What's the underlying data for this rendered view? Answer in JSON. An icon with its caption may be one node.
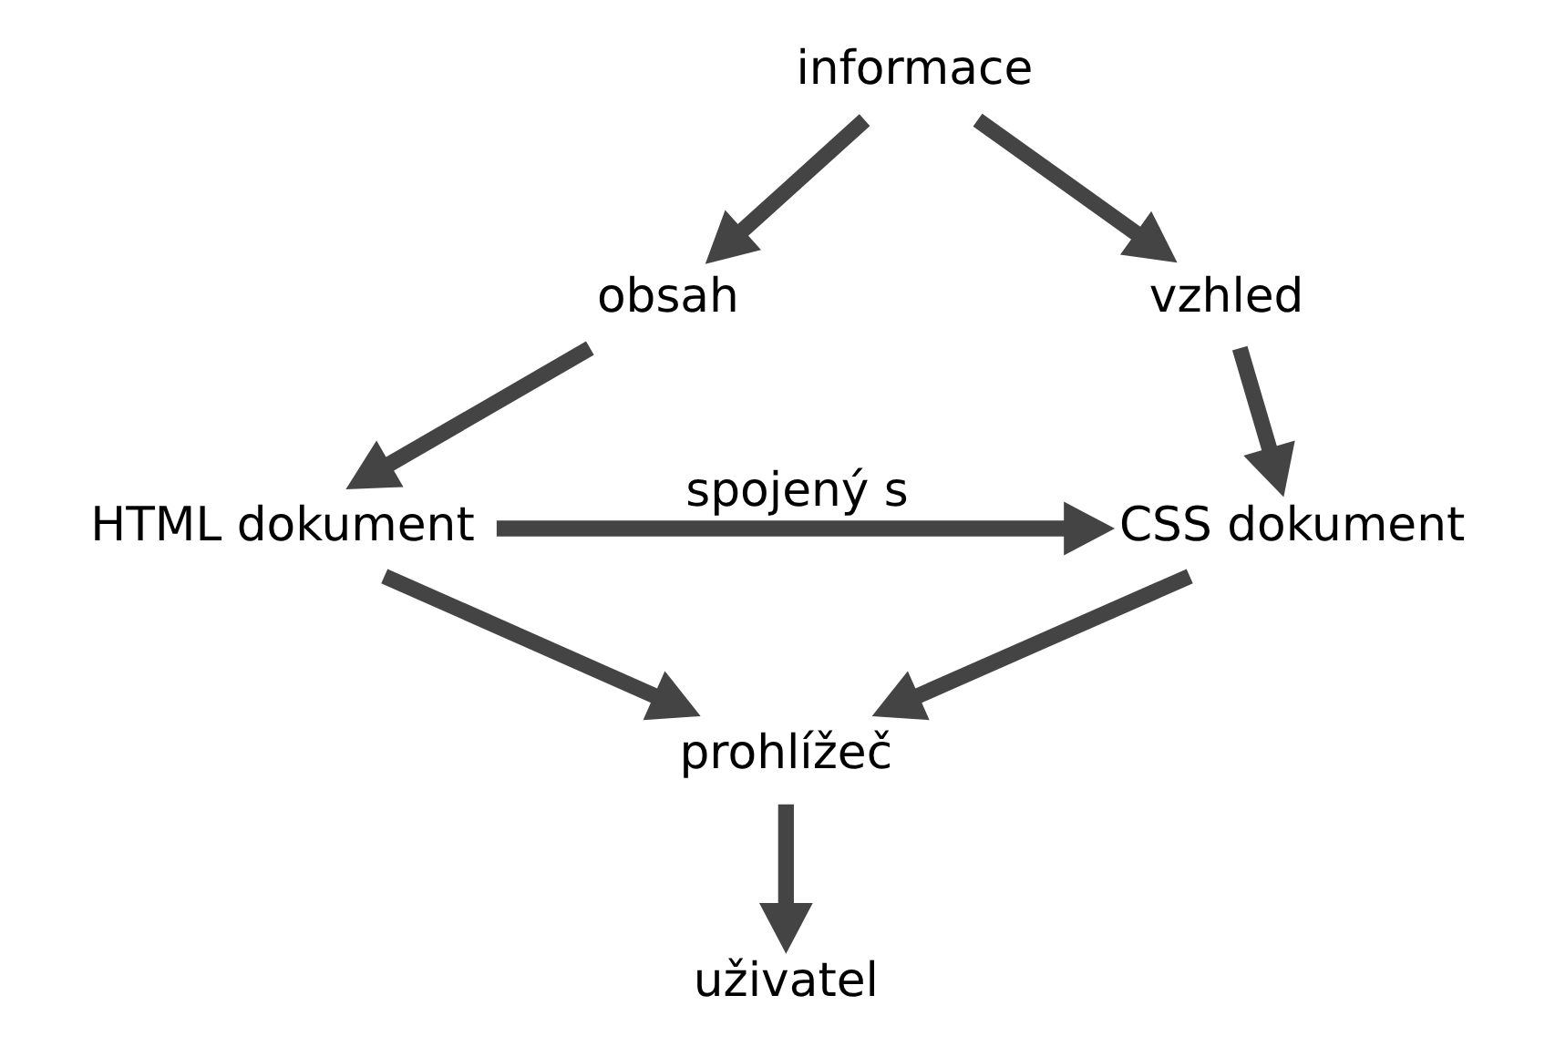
{
  "diagram": {
    "nodes": [
      {
        "text": [
          "informace"
        ]
      },
      {
        "text": [
          "obsah"
        ]
      },
      {
        "text": [
          "vzhled"
        ]
      },
      {
        "text": [
          "HTML dokument"
        ]
      },
      {
        "text": [
          "CSS dokument"
        ]
      },
      {
        "text": [
          "prohlížeč"
        ]
      },
      {
        "text": [
          "uživatel"
        ]
      }
    ],
    "edges": [
      {
        "from": 0,
        "to": 1,
        "arrow": "to"
      },
      {
        "from": 0,
        "to": 2,
        "arrow": "to"
      },
      {
        "from": 1,
        "to": 3,
        "arrow": "to"
      },
      {
        "from": 2,
        "to": 4,
        "arrow": "to"
      },
      {
        "from": 3,
        "to": 4,
        "arrow": "to",
        "label": "spojený s"
      },
      {
        "from": 3,
        "to": 5,
        "arrow": "to"
      },
      {
        "from": 4,
        "to": 5,
        "arrow": "to"
      },
      {
        "from": 5,
        "to": 6,
        "arrow": "to"
      }
    ]
  }
}
